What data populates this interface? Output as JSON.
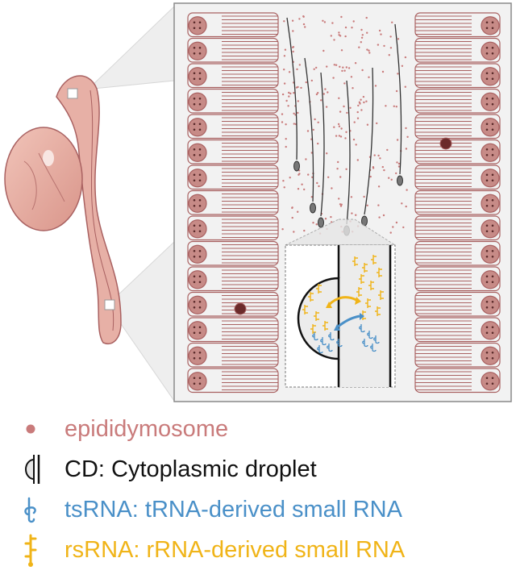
{
  "legend": {
    "items": [
      {
        "key": "epididymosome",
        "label": "epididymosome",
        "color": "#c97b7b",
        "icon": "dot-icon"
      },
      {
        "key": "cd",
        "label": "CD: Cytoplasmic droplet",
        "color": "#111111",
        "icon": "droplet-icon"
      },
      {
        "key": "tsrna",
        "label": "tsRNA: tRNA-derived small RNA",
        "color": "#4a90c8",
        "icon": "trna-icon"
      },
      {
        "key": "rsrna",
        "label": "rsRNA: rRNA-derived small RNA",
        "color": "#f0b418",
        "icon": "rrna-icon"
      }
    ]
  },
  "colors": {
    "epithelium": "#a96161",
    "epithelium_fill": "#c78b87",
    "testis": "#e9b1a6",
    "panel_bg": "#f2f2f2",
    "tsrna": "#4a90c8",
    "rsrna": "#f0b418"
  }
}
